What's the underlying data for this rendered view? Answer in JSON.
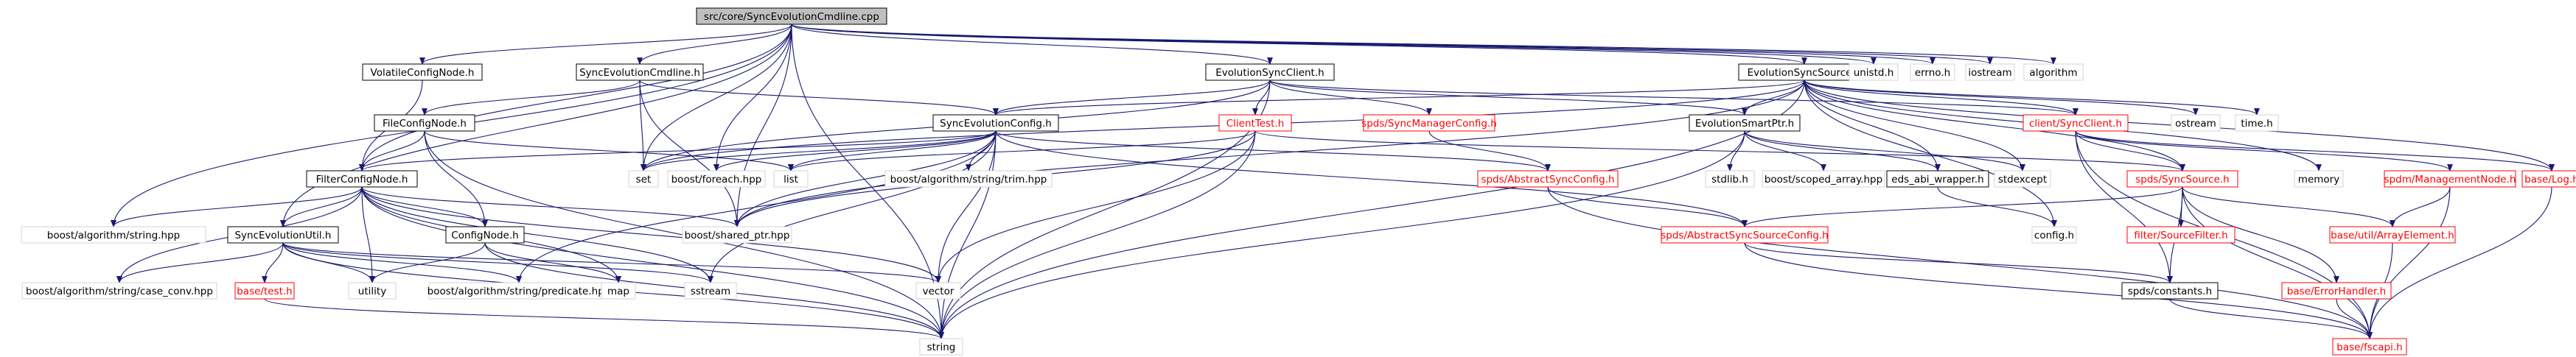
{
  "colors": {
    "edge": "#191970",
    "root_fill": "#bfbfbf",
    "root_stroke": "#000000",
    "normal_stroke": "#000000",
    "red_stroke": "#ff0000",
    "ext_stroke": "#d3d3d3",
    "text": "#000000",
    "red_text": "#ff0000"
  },
  "nodes": [
    {
      "id": "n0",
      "label": "src/core/SyncEvolutionCmdline.cpp",
      "kind": "root"
    },
    {
      "id": "n1",
      "label": "VolatileConfigNode.h",
      "kind": "normal"
    },
    {
      "id": "n2",
      "label": "SyncEvolutionCmdline.h",
      "kind": "normal"
    },
    {
      "id": "n3",
      "label": "EvolutionSyncClient.h",
      "kind": "normal"
    },
    {
      "id": "n4",
      "label": "EvolutionSyncSource.h",
      "kind": "normal"
    },
    {
      "id": "n5",
      "label": "unistd.h",
      "kind": "ext"
    },
    {
      "id": "n6",
      "label": "errno.h",
      "kind": "ext"
    },
    {
      "id": "n7",
      "label": "iostream",
      "kind": "ext"
    },
    {
      "id": "n8",
      "label": "algorithm",
      "kind": "ext"
    },
    {
      "id": "n9",
      "label": "FileConfigNode.h",
      "kind": "normal"
    },
    {
      "id": "n10",
      "label": "SyncEvolutionConfig.h",
      "kind": "normal"
    },
    {
      "id": "n11",
      "label": "ClientTest.h",
      "kind": "red"
    },
    {
      "id": "n12",
      "label": "spds/SyncManagerConfig.h",
      "kind": "red"
    },
    {
      "id": "n13",
      "label": "EvolutionSmartPtr.h",
      "kind": "normal"
    },
    {
      "id": "n14",
      "label": "client/SyncClient.h",
      "kind": "red"
    },
    {
      "id": "n15",
      "label": "ostream",
      "kind": "ext"
    },
    {
      "id": "n16",
      "label": "time.h",
      "kind": "ext"
    },
    {
      "id": "n17",
      "label": "FilterConfigNode.h",
      "kind": "normal"
    },
    {
      "id": "n18",
      "label": "set",
      "kind": "ext"
    },
    {
      "id": "n19",
      "label": "boost/foreach.hpp",
      "kind": "ext"
    },
    {
      "id": "n20",
      "label": "list",
      "kind": "ext"
    },
    {
      "id": "n21",
      "label": "boost/algorithm/string/trim.hpp",
      "kind": "ext"
    },
    {
      "id": "n22",
      "label": "spds/AbstractSyncConfig.h",
      "kind": "red"
    },
    {
      "id": "n23",
      "label": "stdlib.h",
      "kind": "ext"
    },
    {
      "id": "n24",
      "label": "boost/scoped_array.hpp",
      "kind": "ext"
    },
    {
      "id": "n25",
      "label": "eds_abi_wrapper.h",
      "kind": "normal"
    },
    {
      "id": "n26",
      "label": "stdexcept",
      "kind": "ext"
    },
    {
      "id": "n27",
      "label": "spds/SyncSource.h",
      "kind": "red"
    },
    {
      "id": "n28",
      "label": "memory",
      "kind": "ext"
    },
    {
      "id": "n29",
      "label": "spdm/ManagementNode.h",
      "kind": "red"
    },
    {
      "id": "n30",
      "label": "base/Log.h",
      "kind": "red"
    },
    {
      "id": "n31",
      "label": "boost/algorithm/string.hpp",
      "kind": "ext"
    },
    {
      "id": "n32",
      "label": "SyncEvolutionUtil.h",
      "kind": "normal"
    },
    {
      "id": "n33",
      "label": "ConfigNode.h",
      "kind": "normal"
    },
    {
      "id": "n34",
      "label": "boost/shared_ptr.hpp",
      "kind": "ext"
    },
    {
      "id": "n35",
      "label": "spds/AbstractSyncSourceConfig.h",
      "kind": "red"
    },
    {
      "id": "n36",
      "label": "config.h",
      "kind": "ext"
    },
    {
      "id": "n37",
      "label": "filter/SourceFilter.h",
      "kind": "red"
    },
    {
      "id": "n38",
      "label": "base/util/ArrayElement.h",
      "kind": "red"
    },
    {
      "id": "n39",
      "label": "boost/algorithm/string/case_conv.hpp",
      "kind": "ext"
    },
    {
      "id": "n40",
      "label": "base/test.h",
      "kind": "red"
    },
    {
      "id": "n41",
      "label": "utility",
      "kind": "ext"
    },
    {
      "id": "n42",
      "label": "boost/algorithm/string/predicate.hpp",
      "kind": "ext"
    },
    {
      "id": "n43",
      "label": "map",
      "kind": "ext"
    },
    {
      "id": "n44",
      "label": "sstream",
      "kind": "ext"
    },
    {
      "id": "n45",
      "label": "vector",
      "kind": "ext"
    },
    {
      "id": "n46",
      "label": "spds/constants.h",
      "kind": "normal"
    },
    {
      "id": "n47",
      "label": "base/ErrorHandler.h",
      "kind": "red"
    },
    {
      "id": "n48",
      "label": "string",
      "kind": "ext"
    },
    {
      "id": "n49",
      "label": "base/fscapi.h",
      "kind": "red"
    }
  ],
  "edges": [
    [
      "n0",
      "n1"
    ],
    [
      "n0",
      "n2"
    ],
    [
      "n0",
      "n3"
    ],
    [
      "n0",
      "n4"
    ],
    [
      "n0",
      "n5"
    ],
    [
      "n0",
      "n6"
    ],
    [
      "n0",
      "n7"
    ],
    [
      "n0",
      "n8"
    ],
    [
      "n0",
      "n17"
    ],
    [
      "n0",
      "n32"
    ],
    [
      "n0",
      "n18"
    ],
    [
      "n0",
      "n19"
    ],
    [
      "n0",
      "n34"
    ],
    [
      "n0",
      "n31"
    ],
    [
      "n0",
      "n48"
    ],
    [
      "n1",
      "n17"
    ],
    [
      "n2",
      "n9"
    ],
    [
      "n2",
      "n10"
    ],
    [
      "n2",
      "n18"
    ],
    [
      "n2",
      "n34"
    ],
    [
      "n3",
      "n10"
    ],
    [
      "n3",
      "n11"
    ],
    [
      "n3",
      "n12"
    ],
    [
      "n3",
      "n13"
    ],
    [
      "n3",
      "n14"
    ],
    [
      "n3",
      "n18"
    ],
    [
      "n3",
      "n48"
    ],
    [
      "n4",
      "n10"
    ],
    [
      "n4",
      "n13"
    ],
    [
      "n4",
      "n14"
    ],
    [
      "n4",
      "n15"
    ],
    [
      "n4",
      "n16"
    ],
    [
      "n4",
      "n28"
    ],
    [
      "n4",
      "n30"
    ],
    [
      "n4",
      "n27"
    ],
    [
      "n4",
      "n25"
    ],
    [
      "n4",
      "n26"
    ],
    [
      "n4",
      "n36"
    ],
    [
      "n4",
      "n34"
    ],
    [
      "n4",
      "n48"
    ],
    [
      "n4",
      "n18"
    ],
    [
      "n9",
      "n17"
    ],
    [
      "n9",
      "n33"
    ],
    [
      "n9",
      "n20"
    ],
    [
      "n9",
      "n48"
    ],
    [
      "n10",
      "n17"
    ],
    [
      "n10",
      "n18"
    ],
    [
      "n10",
      "n19"
    ],
    [
      "n10",
      "n20"
    ],
    [
      "n10",
      "n21"
    ],
    [
      "n10",
      "n22"
    ],
    [
      "n10",
      "n35"
    ],
    [
      "n10",
      "n34"
    ],
    [
      "n10",
      "n44"
    ],
    [
      "n10",
      "n45"
    ],
    [
      "n10",
      "n48"
    ],
    [
      "n10",
      "n42"
    ],
    [
      "n11",
      "n20"
    ],
    [
      "n11",
      "n48"
    ],
    [
      "n11",
      "n45"
    ],
    [
      "n11",
      "n34"
    ],
    [
      "n11",
      "n27"
    ],
    [
      "n12",
      "n22"
    ],
    [
      "n13",
      "n23"
    ],
    [
      "n13",
      "n24"
    ],
    [
      "n13",
      "n25"
    ],
    [
      "n13",
      "n26"
    ],
    [
      "n13",
      "n48"
    ],
    [
      "n14",
      "n27"
    ],
    [
      "n14",
      "n29"
    ],
    [
      "n14",
      "n30"
    ],
    [
      "n14",
      "n49"
    ],
    [
      "n14",
      "n46"
    ],
    [
      "n17",
      "n33"
    ],
    [
      "n17",
      "n32"
    ],
    [
      "n17",
      "n34"
    ],
    [
      "n17",
      "n31"
    ],
    [
      "n17",
      "n43"
    ],
    [
      "n17",
      "n41"
    ],
    [
      "n17",
      "n48"
    ],
    [
      "n17",
      "n39"
    ],
    [
      "n17",
      "n44"
    ],
    [
      "n17",
      "n45"
    ],
    [
      "n22",
      "n35"
    ],
    [
      "n22",
      "n49"
    ],
    [
      "n25",
      "n36"
    ],
    [
      "n27",
      "n35"
    ],
    [
      "n27",
      "n37"
    ],
    [
      "n27",
      "n38"
    ],
    [
      "n27",
      "n47"
    ],
    [
      "n27",
      "n46"
    ],
    [
      "n27",
      "n49"
    ],
    [
      "n29",
      "n38"
    ],
    [
      "n29",
      "n49"
    ],
    [
      "n30",
      "n49"
    ],
    [
      "n32",
      "n40"
    ],
    [
      "n32",
      "n41"
    ],
    [
      "n32",
      "n42"
    ],
    [
      "n32",
      "n39"
    ],
    [
      "n32",
      "n44"
    ],
    [
      "n32",
      "n45"
    ],
    [
      "n32",
      "n48"
    ],
    [
      "n33",
      "n41"
    ],
    [
      "n33",
      "n43"
    ],
    [
      "n33",
      "n48"
    ],
    [
      "n35",
      "n46"
    ],
    [
      "n35",
      "n49"
    ],
    [
      "n38",
      "n49"
    ],
    [
      "n46",
      "n49"
    ],
    [
      "n47",
      "n49"
    ],
    [
      "n40",
      "n48"
    ]
  ]
}
